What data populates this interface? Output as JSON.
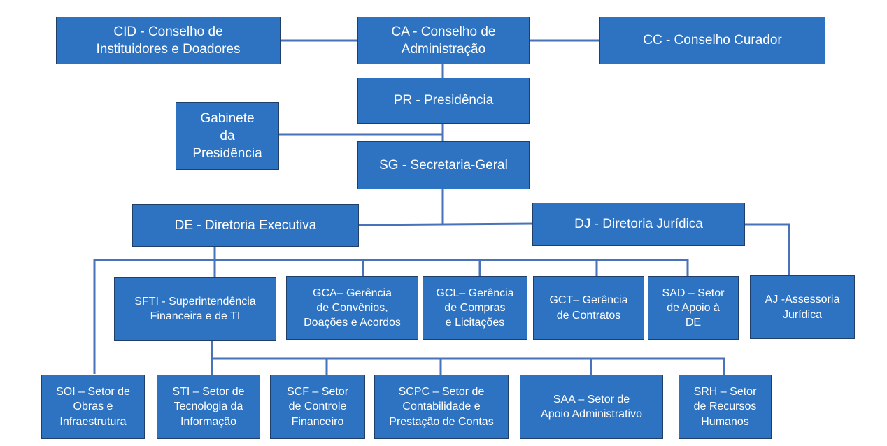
{
  "nodes": {
    "cid": "CID - Conselho de\nInstituidores e Doadores",
    "ca": "CA - Conselho de\nAdministração",
    "cc": "CC - Conselho Curador",
    "pr": "PR - Presidência",
    "gabinete": "Gabinete\nda\nPresidência",
    "sg": "SG - Secretaria-Geral",
    "de": "DE - Diretoria Executiva",
    "dj": "DJ - Diretoria Jurídica",
    "sfti": "SFTI - Superintendência\nFinanceira e de TI",
    "gca": "GCA– Gerência\nde Convênios,\nDoações e Acordos",
    "gcl": "GCL– Gerência\nde Compras\ne Licitações",
    "gct": "GCT– Gerência\nde Contratos",
    "sad": "SAD – Setor\nde Apoio à\nDE",
    "aj": "AJ -Assessoria\nJurídica",
    "soi": "SOI – Setor de\nObras e\nInfraestrutura",
    "sti": "STI – Setor de\nTecnologia da\nInformação",
    "scf": "SCF – Setor\nde Controle\nFinanceiro",
    "scpc": "SCPC – Setor de\nContabilidade e\nPrestação de Contas",
    "saa": "SAA – Setor de\nApoio Administrativo",
    "srh": "SRH – Setor\nde Recursos\nHumanos"
  },
  "colors": {
    "box_fill": "#2d73c2",
    "box_border": "#1f3f68",
    "connector": "#4a72b8",
    "text": "#ffffff"
  }
}
